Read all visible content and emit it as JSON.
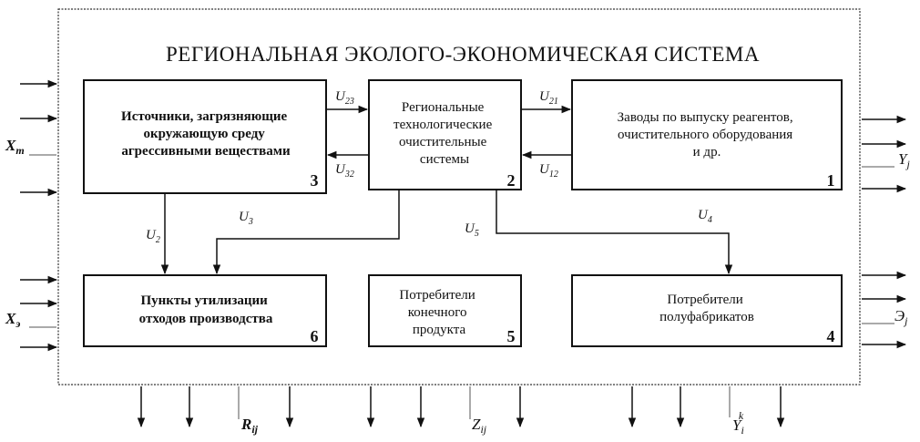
{
  "title": "РЕГИОНАЛЬНАЯ ЭКОЛОГО-ЭКОНОМИЧЕСКАЯ СИСТЕМА",
  "blocks": {
    "b3": {
      "lines": [
        "Источники, загрязняющие",
        "окружающую среду",
        "агрессивными веществами"
      ],
      "number": "3"
    },
    "b2": {
      "lines": [
        "Региональные",
        "технологические",
        "очистительные",
        "системы"
      ],
      "number": "2"
    },
    "b1": {
      "lines": [
        "Заводы по выпуску реагентов,",
        "очистительного оборудования",
        "и др."
      ],
      "number": "1"
    },
    "b6": {
      "lines": [
        "Пункты утилизации",
        "отходов производства"
      ],
      "number": "6"
    },
    "b5": {
      "lines": [
        "Потребители",
        "конечного",
        "продукта"
      ],
      "number": "5"
    },
    "b4": {
      "lines": [
        "Потребители",
        "полуфабрикатов"
      ],
      "number": "4"
    }
  },
  "flows": {
    "u23": {
      "base": "U",
      "sub": "23"
    },
    "u32": {
      "base": "U",
      "sub": "32"
    },
    "u21": {
      "base": "U",
      "sub": "21"
    },
    "u12": {
      "base": "U",
      "sub": "12"
    },
    "u2": {
      "base": "U",
      "sub": "2"
    },
    "u3": {
      "base": "U",
      "sub": "3"
    },
    "u5": {
      "base": "U",
      "sub": "5"
    },
    "u4": {
      "base": "U",
      "sub": "4"
    }
  },
  "inputs": {
    "xt": {
      "base": "X",
      "sub": "т"
    },
    "xe": {
      "base": "X",
      "sub": "э"
    }
  },
  "outputs": {
    "yj": {
      "base": "Y",
      "sub": "j"
    },
    "ej": {
      "base": "Э",
      "sub": "j"
    }
  },
  "bottom": {
    "rij": {
      "base": "R",
      "sub": "ij"
    },
    "zij": {
      "base": "Z",
      "sub": "ij"
    },
    "yik": {
      "base": "Y",
      "sub": "i",
      "sup": "k"
    }
  }
}
